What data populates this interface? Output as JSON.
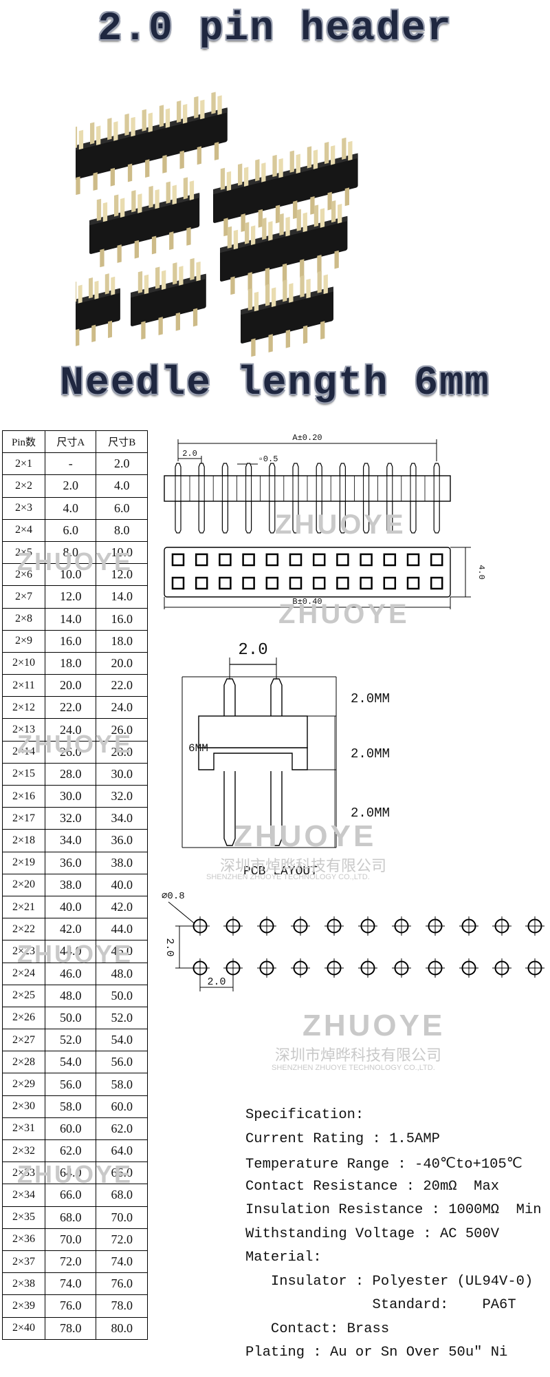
{
  "header": {
    "title": "2.0 pin header"
  },
  "subheader": {
    "title": "Needle length 6mm"
  },
  "watermark": {
    "brand": "ZHUOYE",
    "brand_cn": "深圳市焯晔科技有限公司",
    "brand_en": "SHENZHEN ZHUOYE TECHNOLOGY CO.,LTD."
  },
  "table": {
    "headers": [
      "Pin数",
      "尺寸A",
      "尺寸B"
    ],
    "rows": [
      [
        "2×1",
        "-",
        "2.0"
      ],
      [
        "2×2",
        "2.0",
        "4.0"
      ],
      [
        "2×3",
        "4.0",
        "6.0"
      ],
      [
        "2×4",
        "6.0",
        "8.0"
      ],
      [
        "2×5",
        "8.0",
        "10.0"
      ],
      [
        "2×6",
        "10.0",
        "12.0"
      ],
      [
        "2×7",
        "12.0",
        "14.0"
      ],
      [
        "2×8",
        "14.0",
        "16.0"
      ],
      [
        "2×9",
        "16.0",
        "18.0"
      ],
      [
        "2×10",
        "18.0",
        "20.0"
      ],
      [
        "2×11",
        "20.0",
        "22.0"
      ],
      [
        "2×12",
        "22.0",
        "24.0"
      ],
      [
        "2×13",
        "24.0",
        "26.0"
      ],
      [
        "2×14",
        "26.0",
        "28.0"
      ],
      [
        "2×15",
        "28.0",
        "30.0"
      ],
      [
        "2×16",
        "30.0",
        "32.0"
      ],
      [
        "2×17",
        "32.0",
        "34.0"
      ],
      [
        "2×18",
        "34.0",
        "36.0"
      ],
      [
        "2×19",
        "36.0",
        "38.0"
      ],
      [
        "2×20",
        "38.0",
        "40.0"
      ],
      [
        "2×21",
        "40.0",
        "42.0"
      ],
      [
        "2×22",
        "42.0",
        "44.0"
      ],
      [
        "2×23",
        "44.0",
        "46.0"
      ],
      [
        "2×24",
        "46.0",
        "48.0"
      ],
      [
        "2×25",
        "48.0",
        "50.0"
      ],
      [
        "2×26",
        "50.0",
        "52.0"
      ],
      [
        "2×27",
        "52.0",
        "54.0"
      ],
      [
        "2×28",
        "54.0",
        "56.0"
      ],
      [
        "2×29",
        "56.0",
        "58.0"
      ],
      [
        "2×30",
        "58.0",
        "60.0"
      ],
      [
        "2×31",
        "60.0",
        "62.0"
      ],
      [
        "2×32",
        "62.0",
        "64.0"
      ],
      [
        "2×33",
        "64.0",
        "66.0"
      ],
      [
        "2×34",
        "66.0",
        "68.0"
      ],
      [
        "2×35",
        "68.0",
        "70.0"
      ],
      [
        "2×36",
        "70.0",
        "72.0"
      ],
      [
        "2×37",
        "72.0",
        "74.0"
      ],
      [
        "2×38",
        "74.0",
        "76.0"
      ],
      [
        "2×39",
        "76.0",
        "78.0"
      ],
      [
        "2×40",
        "78.0",
        "80.0"
      ]
    ]
  },
  "drawing": {
    "dim_a": "A±0.20",
    "dim_pitch": "2.0",
    "dim_square": "▫0.5",
    "dim_b": "B±0.40",
    "dim_height": "4.0",
    "side_pitch": "2.0",
    "side_length": "6MM",
    "side_seg_top": "2.0MM",
    "side_seg_mid": "2.0MM",
    "side_seg_bot": "2.0MM",
    "pcb_title": "PCB LAYOUT",
    "pcb_hole": "⌀0.8",
    "pcb_row_pitch": "2.0",
    "pcb_col_pitch": "2.0"
  },
  "spec": {
    "lines": [
      "Specification:",
      "Current Rating : 1.5AMP",
      "Temperature Range : -40℃to+105℃",
      "Contact Resistance : 20mΩ  Max",
      "Insulation Resistance : 1000MΩ  Min",
      "Withstanding Voltage : AC 500V",
      "Material:",
      "   Insulator : Polyester (UL94V-0)",
      "               Standard:    PA6T",
      "   Contact: Brass",
      "Plating : Au or Sn Over 50u\" Ni"
    ]
  }
}
